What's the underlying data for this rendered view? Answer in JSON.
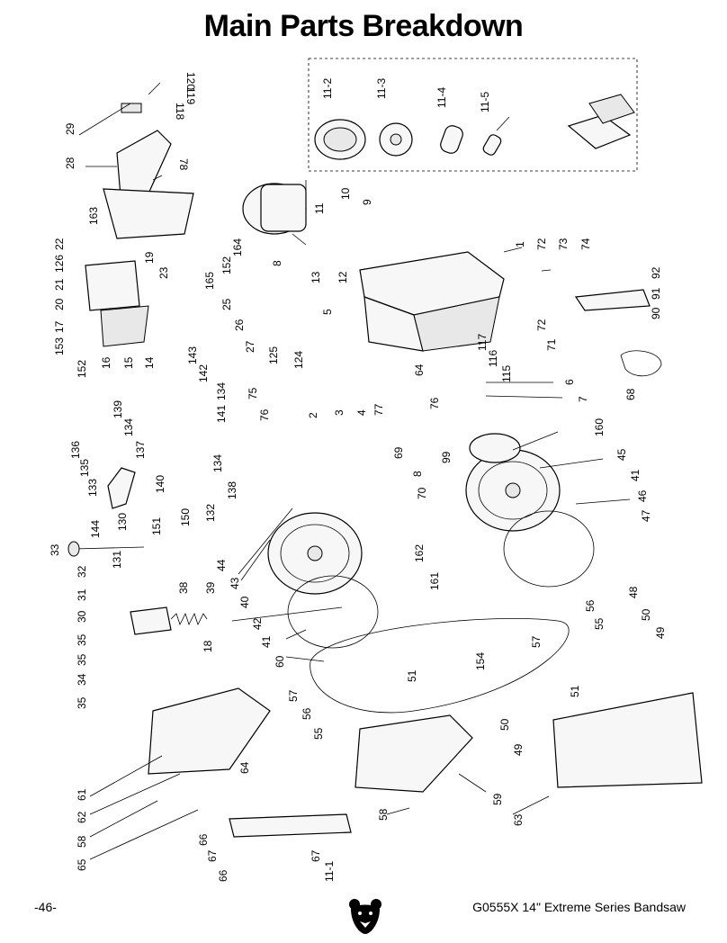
{
  "page": {
    "title": "Main Parts Breakdown",
    "page_number": "-46-",
    "model_line": "G0555X 14\" Extreme Series Bandsaw",
    "logo": "bear-head-logo"
  },
  "callouts": [
    "120",
    "119",
    "118",
    "29",
    "28",
    "78",
    "163",
    "22",
    "126",
    "21",
    "20",
    "17",
    "153",
    "152",
    "16",
    "15",
    "14",
    "19",
    "23",
    "165",
    "25",
    "26",
    "27",
    "164",
    "152",
    "8",
    "13",
    "12",
    "11",
    "10",
    "9",
    "5",
    "125",
    "124",
    "1",
    "72",
    "73",
    "74",
    "72",
    "71",
    "92",
    "91",
    "90",
    "117",
    "116",
    "115",
    "64",
    "6",
    "7",
    "2",
    "3",
    "4",
    "75",
    "76",
    "77",
    "76",
    "68",
    "143",
    "142",
    "134",
    "141",
    "139",
    "134",
    "136",
    "135",
    "133",
    "137",
    "140",
    "134",
    "138",
    "69",
    "70",
    "8",
    "99",
    "160",
    "45",
    "41",
    "46",
    "47",
    "144",
    "130",
    "151",
    "150",
    "132",
    "33",
    "131",
    "162",
    "161",
    "44",
    "43",
    "40",
    "32",
    "31",
    "38",
    "39",
    "30",
    "18",
    "42",
    "41",
    "60",
    "56",
    "55",
    "57",
    "48",
    "50",
    "49",
    "35",
    "35",
    "34",
    "35",
    "51",
    "154",
    "51",
    "57",
    "56",
    "55",
    "50",
    "49",
    "61",
    "64",
    "62",
    "58",
    "59",
    "58",
    "63",
    "65",
    "66",
    "67",
    "66",
    "67",
    "11-1",
    "11-2",
    "11-3",
    "11-4",
    "11-5"
  ]
}
